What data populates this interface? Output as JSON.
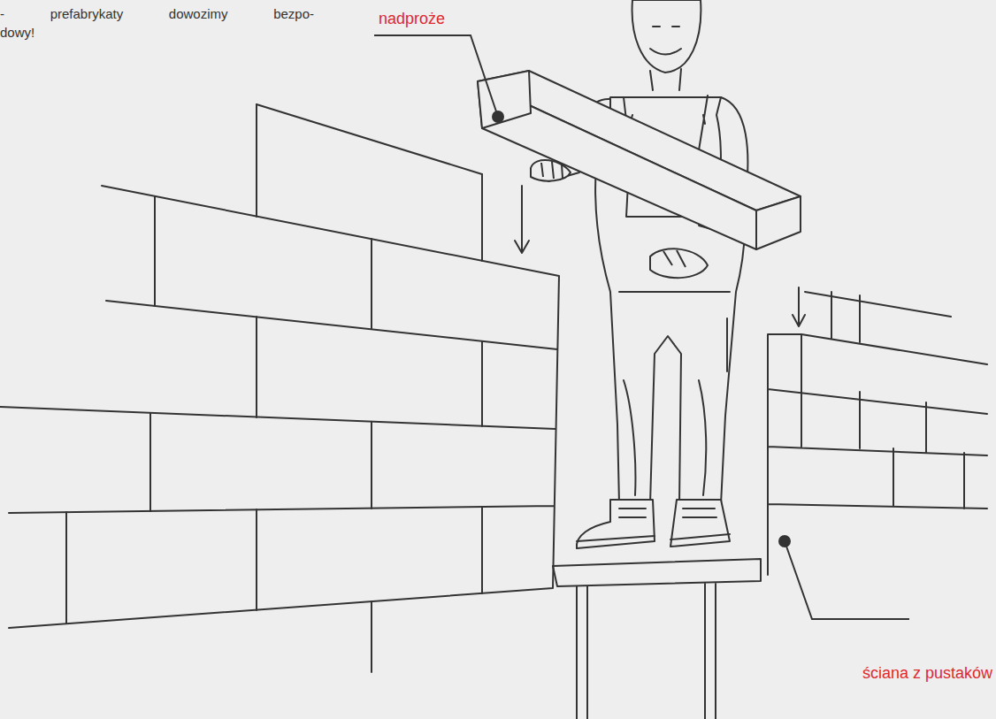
{
  "diagram": {
    "labels": [
      "- prefabrykaty dowozimy bezpo- dowy!",
      "nadproże",
      "ściana z pustaków"
    ]
  }
}
